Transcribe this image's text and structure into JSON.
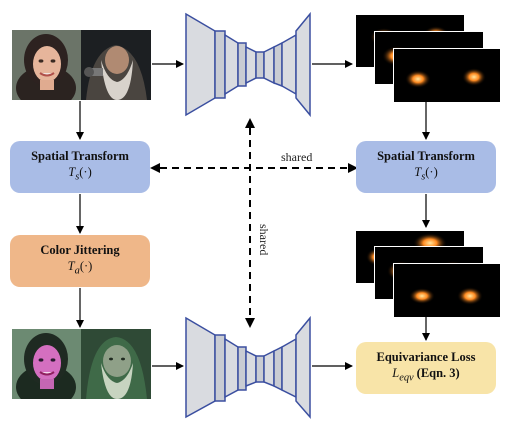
{
  "boxes": {
    "spatial_left": {
      "title": "Spatial Transform",
      "formula_main": "T",
      "formula_sub": "s",
      "formula_tail": "(·)"
    },
    "spatial_right": {
      "title": "Spatial Transform",
      "formula_main": "T",
      "formula_sub": "s",
      "formula_tail": "(·)"
    },
    "color": {
      "title": "Color Jittering",
      "formula_main": "T",
      "formula_sub": "a",
      "formula_tail": "(·)"
    },
    "loss": {
      "title": "Equivariance Loss",
      "formula_main": "L",
      "formula_sub": "eqv",
      "formula_tail": "(Eqn. 3)"
    }
  },
  "labels": {
    "shared_horizontal": "shared",
    "shared_vertical": "shared"
  },
  "colors": {
    "spatial_box": "#a9bce6",
    "color_box": "#efb789",
    "loss_box": "#f8e4a8",
    "network_layer": "#d9dbe0",
    "network_edge": "#3b4fa0"
  },
  "icons": {
    "top_network": "encoder-decoder-network-icon",
    "bottom_network": "encoder-decoder-network-icon",
    "heatmaps": "attention-heatmap-icon",
    "photos": "face-photo-icon"
  }
}
